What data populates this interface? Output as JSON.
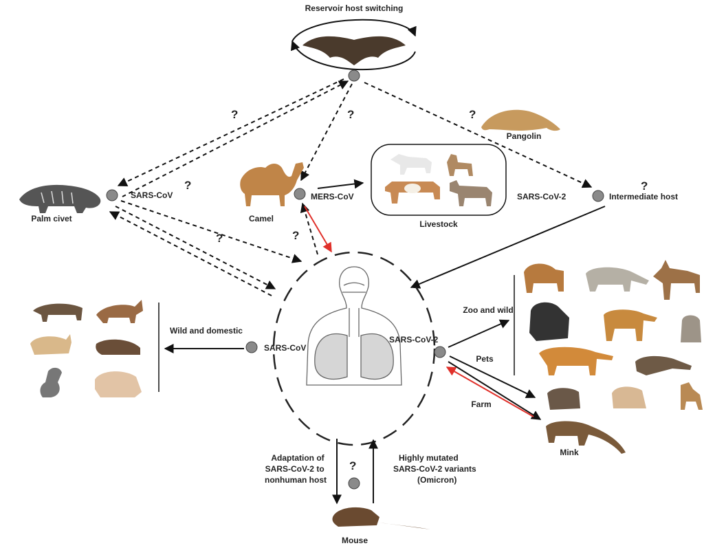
{
  "labels": {
    "reservoir": "Reservoir host switching",
    "pangolin": "Pangolin",
    "palm_civet": "Palm civet",
    "sars_cov_top": "SARS-CoV",
    "camel": "Camel",
    "mers_cov": "MERS-CoV",
    "livestock": "Livestock",
    "sars_cov2_top": "SARS-CoV-2",
    "intermediate_host": "Intermediate host",
    "wild_domestic": "Wild and domestic",
    "sars_cov_mid": "SARS-CoV",
    "sars_cov2_mid": "SARS-CoV-2",
    "zoo_wild": "Zoo and wild",
    "pets": "Pets",
    "farm": "Farm",
    "mink": "Mink",
    "adaptation": "Adaptation of SARS-CoV-2 to nonhuman host",
    "mutated": "Highly mutated SARS-CoV-2 variants (Omicron)",
    "mouse": "Mouse",
    "question": "?"
  },
  "colors": {
    "arrow": "#111111",
    "red_arrow": "#e0302a",
    "animal_dark": "#4a3a2c",
    "animal_tan": "#c79a5e"
  }
}
